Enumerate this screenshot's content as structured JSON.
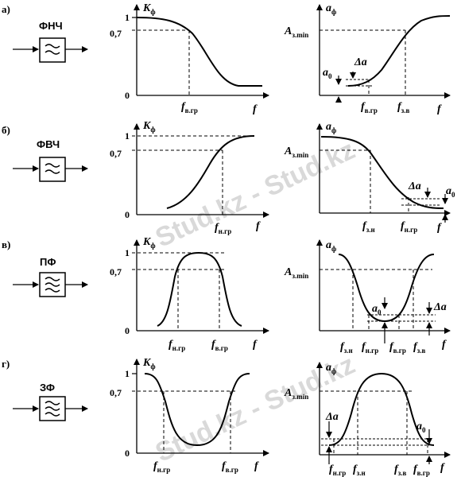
{
  "watermark": "Stud.kz - Stud.kz",
  "rows": [
    {
      "letter": "а)",
      "block": "ФНЧ",
      "k": {
        "y_axis": "K",
        "y_sub": "ф",
        "tick_1": "1",
        "tick_07": "0,7",
        "tick_0": "0",
        "x_axis": "f",
        "marks": [
          {
            "main": "f",
            "sub": "в.гр"
          }
        ]
      },
      "a": {
        "y_axis": "a",
        "y_sub": "ф",
        "level": "A",
        "level_sub": "з.min",
        "x_axis": "f",
        "marks": [
          {
            "main": "f",
            "sub": "в.гр"
          },
          {
            "main": "f",
            "sub": "з.в"
          }
        ],
        "a0_main": "a",
        "a0_sub": "0",
        "delta": "Δa"
      }
    },
    {
      "letter": "б)",
      "block": "ФВЧ",
      "k": {
        "y_axis": "K",
        "y_sub": "ф",
        "tick_1": "1",
        "tick_07": "0,7",
        "tick_0": "0",
        "x_axis": "f",
        "marks": [
          {
            "main": "f",
            "sub": "н.гр"
          }
        ]
      },
      "a": {
        "y_axis": "a",
        "y_sub": "ф",
        "level": "A",
        "level_sub": "з.min",
        "x_axis": "f",
        "marks": [
          {
            "main": "f",
            "sub": "з.н"
          },
          {
            "main": "f",
            "sub": "н.гр"
          }
        ],
        "a0_main": "a",
        "a0_sub": "0",
        "delta": "Δa"
      }
    },
    {
      "letter": "в)",
      "block": "ПФ",
      "k": {
        "y_axis": "K",
        "y_sub": "ф",
        "tick_1": "1",
        "tick_07": "0,7",
        "tick_0": "0",
        "x_axis": "f",
        "marks": [
          {
            "main": "f",
            "sub": "н.гр"
          },
          {
            "main": "f",
            "sub": "в.гр"
          }
        ]
      },
      "a": {
        "y_axis": "a",
        "y_sub": "ф",
        "level": "A",
        "level_sub": "з.min",
        "x_axis": "f",
        "marks": [
          {
            "main": "f",
            "sub": "з.н"
          },
          {
            "main": "f",
            "sub": "н.гр"
          },
          {
            "main": "f",
            "sub": "в.гр"
          },
          {
            "main": "f",
            "sub": "з.в"
          }
        ],
        "a0_main": "a",
        "a0_sub": "0",
        "delta": "Δa"
      }
    },
    {
      "letter": "г)",
      "block": "ЗФ",
      "k": {
        "y_axis": "K",
        "y_sub": "ф",
        "tick_1": "1",
        "tick_07": "0,7",
        "tick_0": "0",
        "x_axis": "f",
        "marks": [
          {
            "main": "f",
            "sub": "н.гр"
          },
          {
            "main": "f",
            "sub": "в.гр"
          }
        ]
      },
      "a": {
        "y_axis": "a",
        "y_sub": "ф",
        "level": "A",
        "level_sub": "з.min",
        "x_axis": "f",
        "marks": [
          {
            "main": "f",
            "sub": "н.гр"
          },
          {
            "main": "f",
            "sub": "з.н"
          },
          {
            "main": "f",
            "sub": "з.в"
          },
          {
            "main": "f",
            "sub": "в.гр"
          }
        ],
        "a0_main": "a",
        "a0_sub": "0",
        "delta": "Δa"
      }
    }
  ]
}
